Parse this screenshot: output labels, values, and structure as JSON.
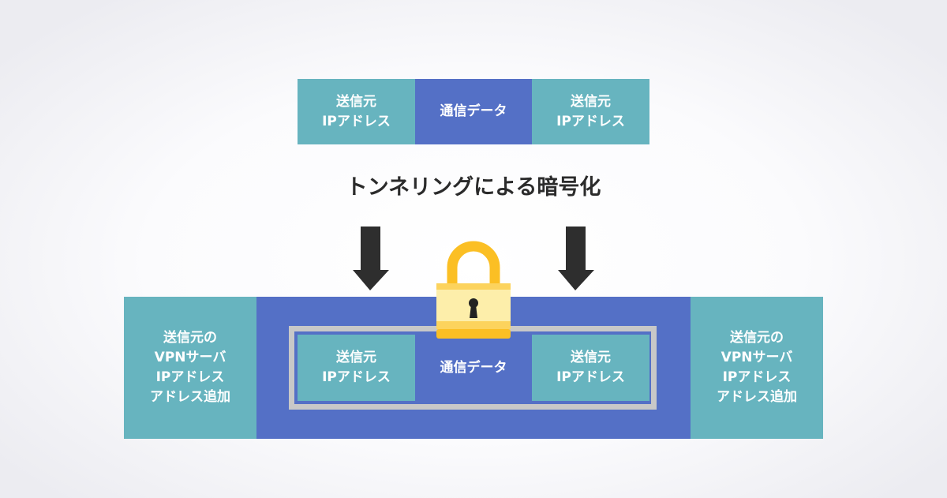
{
  "top_packet": {
    "left_header": "送信元\nIPアドレス",
    "payload": "通信データ",
    "right_header": "送信元\nIPアドレス"
  },
  "title": "トンネリングによる暗号化",
  "encapsulated_packet": {
    "outer_left_header": "送信元の\nVPNサーバ\nIPアドレス\nアドレス追加",
    "outer_right_header": "送信元の\nVPNサーバ\nIPアドレス\nアドレス追加",
    "inner_left_header": "送信元\nIPアドレス",
    "inner_payload": "通信データ",
    "inner_right_header": "送信元\nIPアドレス"
  },
  "icons": {
    "left_arrow": "arrow-down-icon",
    "right_arrow": "arrow-down-icon",
    "lock": "padlock-icon"
  },
  "colors": {
    "header_teal": "#67b4bf",
    "payload_blue": "#5470c6",
    "frame_gray": "#c8c8c8",
    "arrow_dark": "#2e2e2e",
    "lock_gold": "#fbbf24",
    "lock_body": "#fdeeaa"
  }
}
